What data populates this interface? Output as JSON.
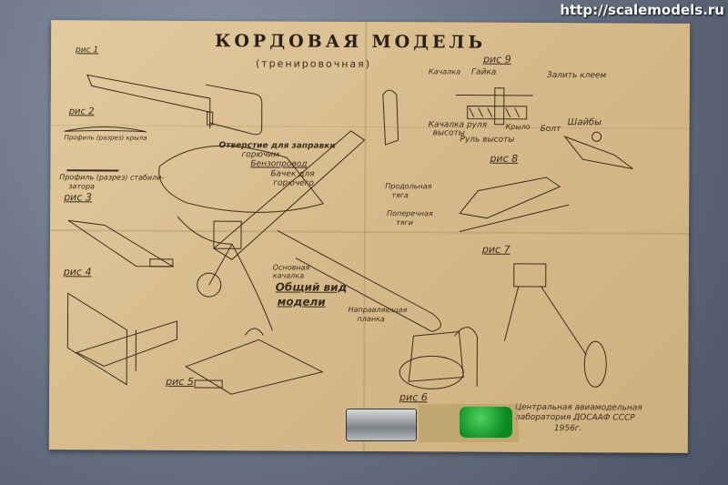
{
  "watermark": "http://scalemodels.ru",
  "title": "КОРДОВАЯ МОДЕЛЬ",
  "subtitle": "(тренировочная)",
  "figures": {
    "fig1": "рис 1",
    "fig2": "рис 2",
    "fig3": "рис 3",
    "fig4": "рис 4",
    "fig5": "рис 5",
    "fig6": "рис 6",
    "fig7": "рис 7",
    "fig8": "рис 8",
    "fig9": "рис 9"
  },
  "labels": {
    "wing_profile": "Профиль (разрез) крыла",
    "stab_profile_1": "Профиль (разрез) стабили-",
    "stab_profile_2": "затора",
    "fuel_hole_1": "Отверстие для заправки",
    "fuel_hole_2": "горючим",
    "fuel_line": "Бензопровод",
    "tank_1": "Бачек для",
    "tank_2": "горючего",
    "elevator_horn_1": "Качалка руля",
    "elevator_horn_2": "высоты",
    "elevator": "Руль высоты",
    "bellcrank": "Качалка",
    "nut": "Гайка",
    "glue": "Залить клеем",
    "washers": "Шайбы",
    "bolt": "Болт",
    "wing": "Крыло",
    "long_rod_1": "Продольная",
    "long_rod_2": "тяга",
    "cross_rod_1": "Поперечная",
    "cross_rod_2": "тяги",
    "main_crank_1": "Основная",
    "main_crank_2": "качалка",
    "general_view_1": "Общий вид",
    "general_view_2": "модели",
    "guide_1": "Направляющая",
    "guide_2": "планка"
  },
  "credit": {
    "line1": "Центральная авиамодельная",
    "line2": "лаборатория ДОСААФ СССР",
    "line3": "1956г."
  }
}
